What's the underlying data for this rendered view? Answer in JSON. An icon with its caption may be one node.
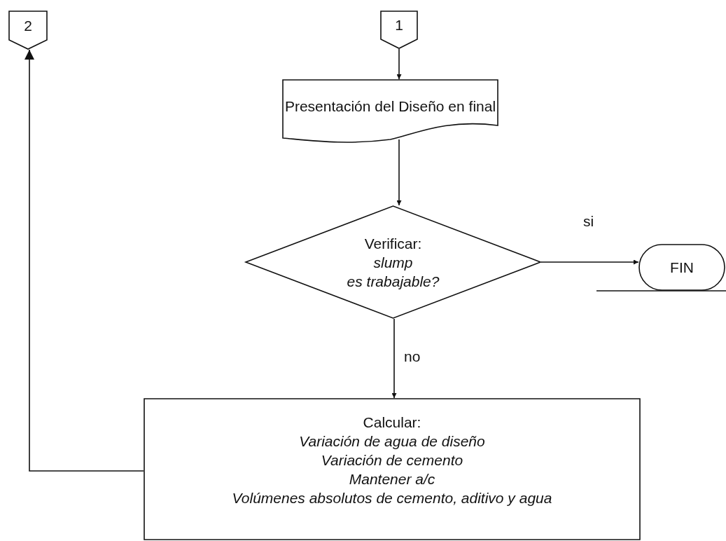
{
  "diagram": {
    "nodes": [
      {
        "text": [
          "2"
        ]
      },
      {
        "text": [
          "1"
        ]
      },
      {
        "text": [
          "Presentación del Diseño en final"
        ]
      },
      {
        "text": [
          "Verificar:",
          "slump",
          "es trabajable?"
        ]
      },
      {
        "text": [
          "FIN"
        ]
      },
      {
        "text": [
          "Calcular:",
          "Variación de agua de diseño",
          "Variación de cemento",
          "Mantener a/c",
          "Volúmenes absolutos de cemento, aditivo y agua"
        ]
      }
    ],
    "edges": [
      {
        "from": 1,
        "to": 2,
        "arrow": "to"
      },
      {
        "from": 2,
        "to": 3,
        "arrow": "to"
      },
      {
        "from": 3,
        "to": 4,
        "arrow": "to",
        "label": "si"
      },
      {
        "from": 3,
        "to": 5,
        "arrow": "to",
        "label": "no"
      },
      {
        "from": 5,
        "to": 0,
        "arrow": "to"
      }
    ]
  }
}
